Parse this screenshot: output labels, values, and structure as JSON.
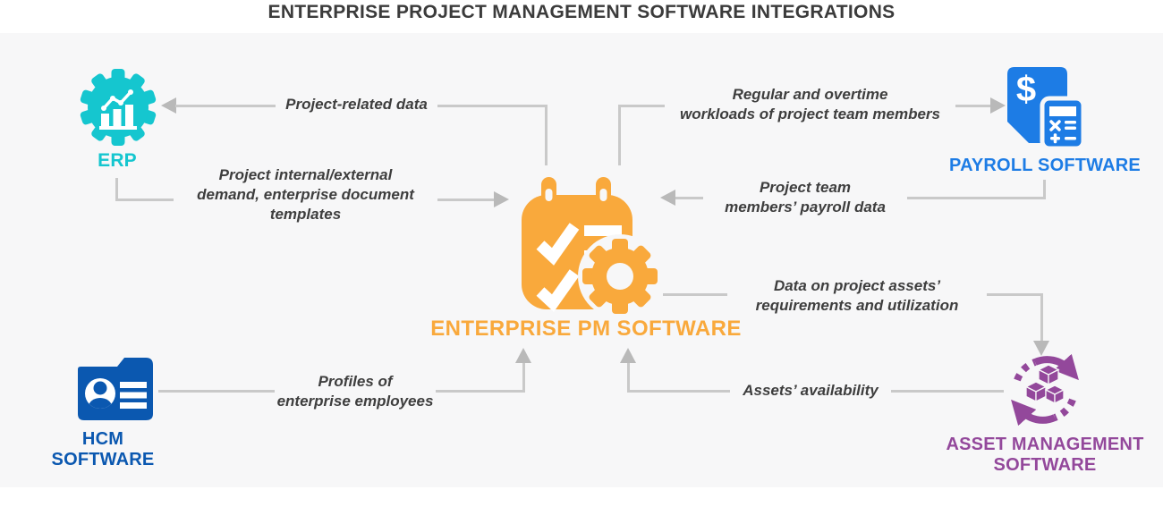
{
  "title": "ENTERPRISE PROJECT MANAGEMENT SOFTWARE INTEGRATIONS",
  "center": {
    "id": "enterprise-pm",
    "label": "ENTERPRISE PM SOFTWARE",
    "icon": "calendar-checklist-gear-icon",
    "color": "#f9a93c"
  },
  "nodes": [
    {
      "id": "erp",
      "label": "ERP",
      "icon": "gear-analytics-icon",
      "color": "#15c6cf"
    },
    {
      "id": "payroll",
      "label": "PAYROLL SOFTWARE",
      "icon": "dollar-document-calculator-icon",
      "color": "#1d7ce5"
    },
    {
      "id": "hcm",
      "label": "HCM\nSOFTWARE",
      "icon": "employee-profiles-folder-icon",
      "color": "#0b58b0"
    },
    {
      "id": "asset",
      "label": "ASSET MANAGEMENT\nSOFTWARE",
      "icon": "assets-cycle-cubes-icon",
      "color": "#93489b"
    }
  ],
  "flows": [
    {
      "from": "enterprise-pm",
      "to": "erp",
      "label": "Project-related data"
    },
    {
      "from": "erp",
      "to": "enterprise-pm",
      "label": "Project internal/external\ndemand, enterprise document\ntemplates"
    },
    {
      "from": "enterprise-pm",
      "to": "payroll",
      "label": "Regular and overtime\nworkloads of project team members"
    },
    {
      "from": "payroll",
      "to": "enterprise-pm",
      "label": "Project team\nmembers’ payroll data"
    },
    {
      "from": "enterprise-pm",
      "to": "asset",
      "label": "Data on project assets’\nrequirements and utilization"
    },
    {
      "from": "asset",
      "to": "enterprise-pm",
      "label": "Assets’ availability"
    },
    {
      "from": "hcm",
      "to": "enterprise-pm",
      "label": "Profiles of\nenterprise employees"
    }
  ],
  "style": {
    "panel_background": "#f7f7f8",
    "connector_color": "#c9c9c9",
    "arrowhead_color": "#b9b9b9",
    "flow_text_color": "#3e3e3e",
    "title_color": "#3b3b3b"
  }
}
